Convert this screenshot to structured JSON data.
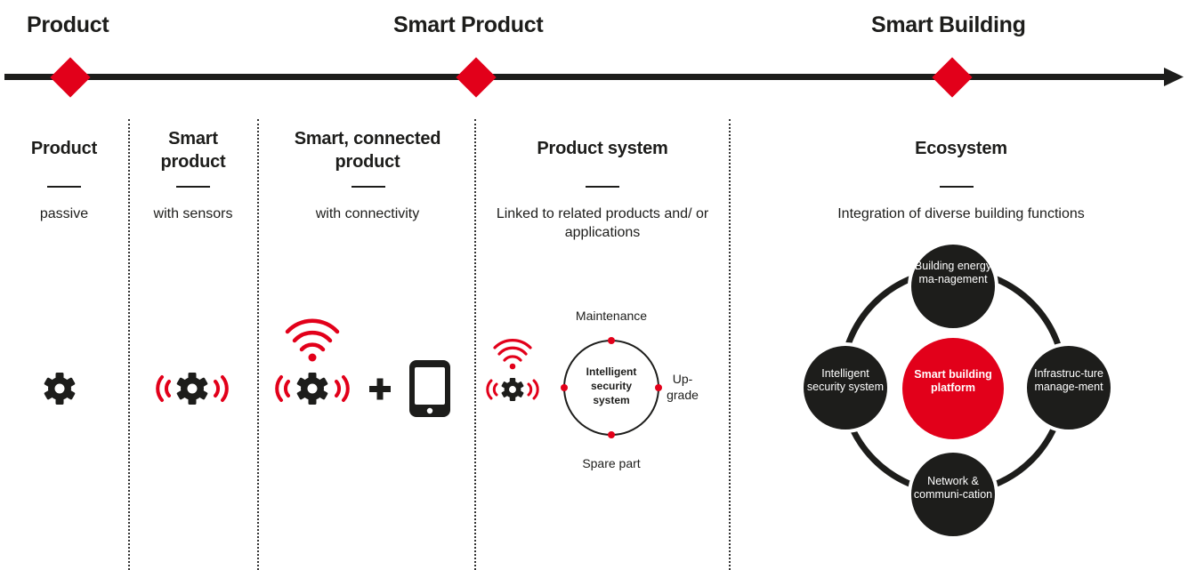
{
  "stages": {
    "product": "Product",
    "smart_product": "Smart Product",
    "smart_building": "Smart Building"
  },
  "columns": [
    {
      "title": "Product",
      "subtitle": "passive"
    },
    {
      "title": "Smart product",
      "subtitle": "with sensors"
    },
    {
      "title": "Smart, connected product",
      "subtitle": "with connectivity"
    },
    {
      "title": "Product system",
      "subtitle": "Linked to related products and/ or applications"
    },
    {
      "title": "Ecosystem",
      "subtitle": "Integration of diverse building functions"
    }
  ],
  "product_system": {
    "center": "Intelligent security system",
    "top": "Maintenance",
    "right": "Up-grade",
    "bottom": "Spare part"
  },
  "ecosystem": {
    "center": "Smart building platform",
    "top": "Building energy ma-nagement",
    "left": "Intelligent security system",
    "right": "Infrastruc-ture manage-ment",
    "bottom": "Network & communi-cation"
  },
  "colors": {
    "accent": "#e2001a",
    "dark": "#1d1d1b"
  },
  "icons": [
    "gear-icon",
    "signal-wave-icon",
    "wifi-icon",
    "plus-icon",
    "smartphone-icon"
  ]
}
